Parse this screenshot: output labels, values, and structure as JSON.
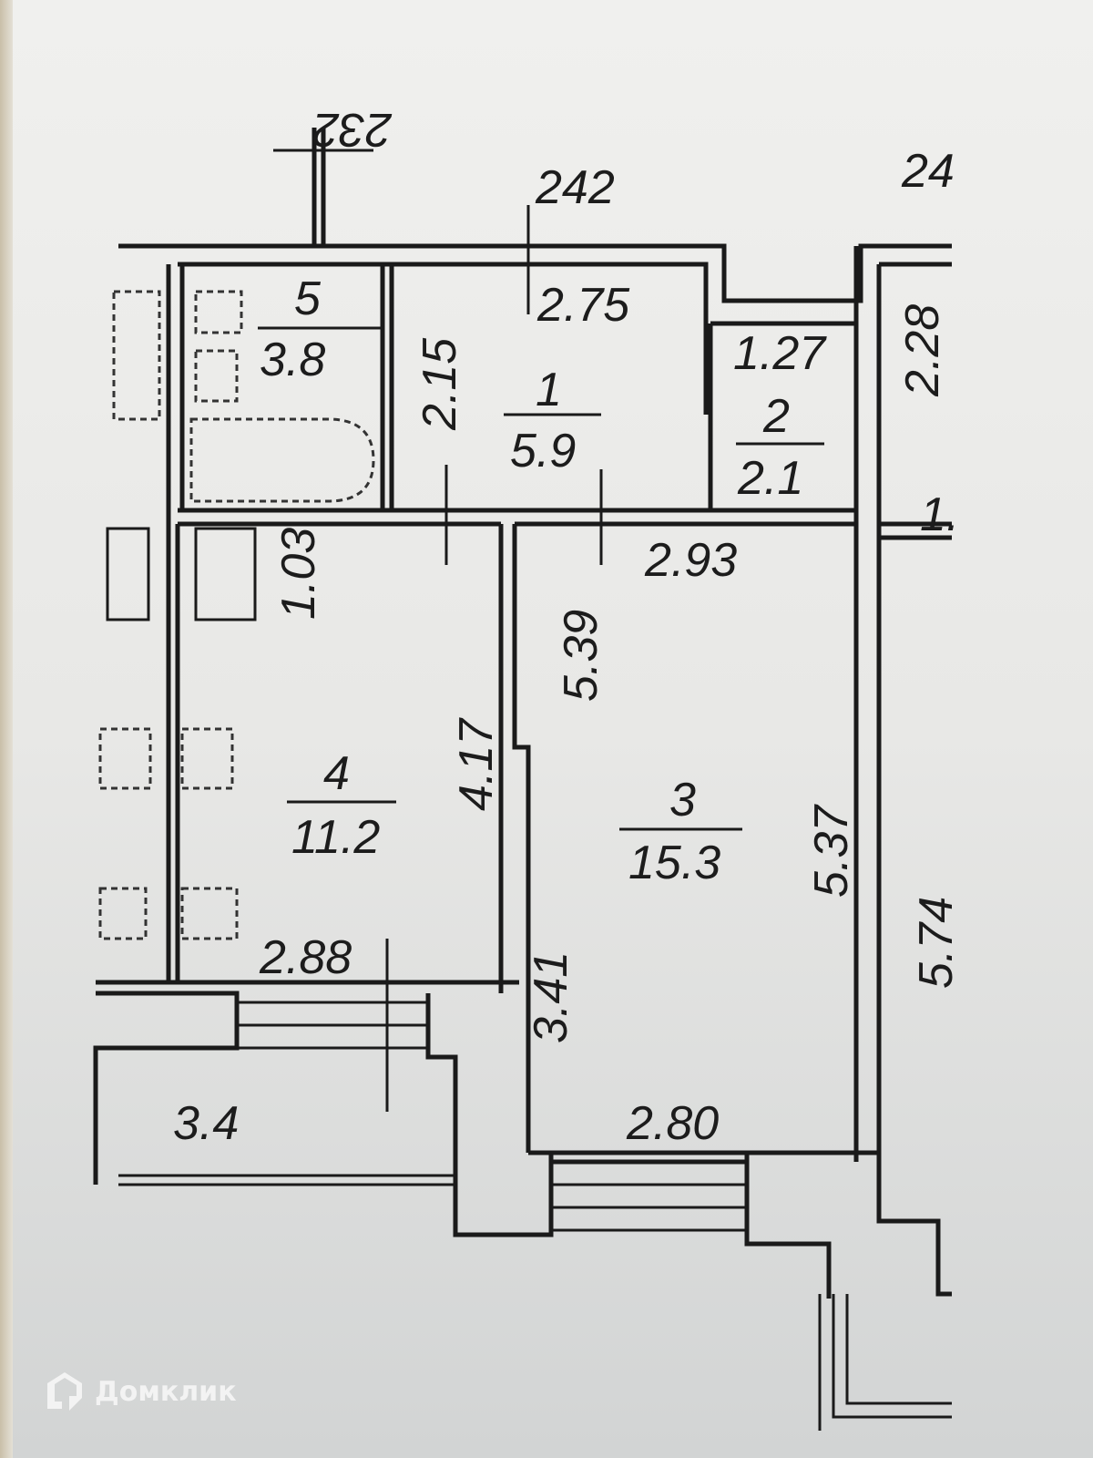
{
  "plan": {
    "markers": {
      "top_left": "232",
      "top_center": "242",
      "top_right": "24",
      "right_partial": "1."
    },
    "rooms": [
      {
        "number": "1",
        "area": "5.9"
      },
      {
        "number": "2",
        "area": "2.1"
      },
      {
        "number": "3",
        "area": "15.3"
      },
      {
        "number": "4",
        "area": "11.2"
      },
      {
        "number": "5",
        "area": "3.8"
      }
    ],
    "dimensions": {
      "d275": "2.75",
      "d215": "2.15",
      "d127": "1.27",
      "d228": "2.28",
      "d103": "1.03",
      "d293": "2.93",
      "d539": "5.39",
      "d417": "4.17",
      "d537": "5.37",
      "d574": "5.74",
      "d341": "3.41",
      "d288": "2.88",
      "d280": "2.80",
      "balcony": "3.4"
    }
  },
  "watermark": {
    "text": "Домклик"
  }
}
